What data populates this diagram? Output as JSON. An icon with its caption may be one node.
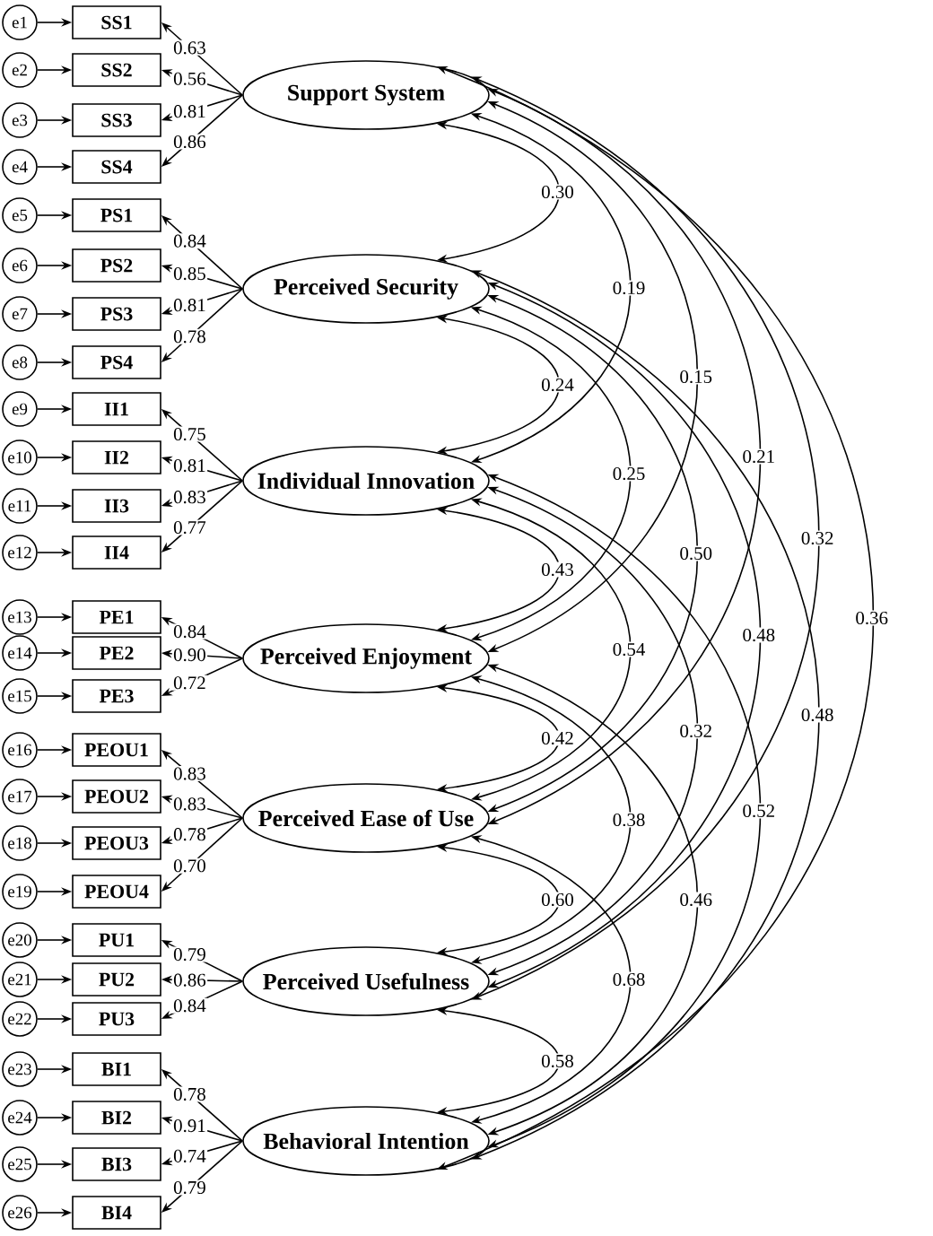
{
  "diagram": {
    "nodes": [
      {
        "text": [
          "e1"
        ]
      },
      {
        "text": [
          "SS1"
        ]
      },
      {
        "text": [
          "e2"
        ]
      },
      {
        "text": [
          "SS2"
        ]
      },
      {
        "text": [
          "e3"
        ]
      },
      {
        "text": [
          "SS3"
        ]
      },
      {
        "text": [
          "e4"
        ]
      },
      {
        "text": [
          "SS4"
        ]
      },
      {
        "text": [
          "Support System"
        ]
      },
      {
        "text": [
          "e5"
        ]
      },
      {
        "text": [
          "PS1"
        ]
      },
      {
        "text": [
          "e6"
        ]
      },
      {
        "text": [
          "PS2"
        ]
      },
      {
        "text": [
          "e7"
        ]
      },
      {
        "text": [
          "PS3"
        ]
      },
      {
        "text": [
          "e8"
        ]
      },
      {
        "text": [
          "PS4"
        ]
      },
      {
        "text": [
          "Perceived Security"
        ]
      },
      {
        "text": [
          "e9"
        ]
      },
      {
        "text": [
          "II1"
        ]
      },
      {
        "text": [
          "e10"
        ]
      },
      {
        "text": [
          "II2"
        ]
      },
      {
        "text": [
          "e11"
        ]
      },
      {
        "text": [
          "II3"
        ]
      },
      {
        "text": [
          "e12"
        ]
      },
      {
        "text": [
          "II4"
        ]
      },
      {
        "text": [
          "Individual Innovation"
        ]
      },
      {
        "text": [
          "e13"
        ]
      },
      {
        "text": [
          "PE1"
        ]
      },
      {
        "text": [
          "e14"
        ]
      },
      {
        "text": [
          "PE2"
        ]
      },
      {
        "text": [
          "e15"
        ]
      },
      {
        "text": [
          "PE3"
        ]
      },
      {
        "text": [
          "Perceived Enjoyment"
        ]
      },
      {
        "text": [
          "e16"
        ]
      },
      {
        "text": [
          "PEOU1"
        ]
      },
      {
        "text": [
          "e17"
        ]
      },
      {
        "text": [
          "PEOU2"
        ]
      },
      {
        "text": [
          "e18"
        ]
      },
      {
        "text": [
          "PEOU3"
        ]
      },
      {
        "text": [
          "e19"
        ]
      },
      {
        "text": [
          "PEOU4"
        ]
      },
      {
        "text": [
          "Perceived Ease of Use"
        ]
      },
      {
        "text": [
          "e20"
        ]
      },
      {
        "text": [
          "PU1"
        ]
      },
      {
        "text": [
          "e21"
        ]
      },
      {
        "text": [
          "PU2"
        ]
      },
      {
        "text": [
          "e22"
        ]
      },
      {
        "text": [
          "PU3"
        ]
      },
      {
        "text": [
          "Perceived Usefulness"
        ]
      },
      {
        "text": [
          "e23"
        ]
      },
      {
        "text": [
          "BI1"
        ]
      },
      {
        "text": [
          "e24"
        ]
      },
      {
        "text": [
          "BI2"
        ]
      },
      {
        "text": [
          "e25"
        ]
      },
      {
        "text": [
          "BI3"
        ]
      },
      {
        "text": [
          "e26"
        ]
      },
      {
        "text": [
          "BI4"
        ]
      },
      {
        "text": [
          "Behavioral Intention"
        ]
      }
    ],
    "edges": [
      {
        "from": 0,
        "to": 1,
        "arrow": "to"
      },
      {
        "from": 8,
        "to": 1,
        "arrow": "to",
        "label": "0.63"
      },
      {
        "from": 2,
        "to": 3,
        "arrow": "to"
      },
      {
        "from": 8,
        "to": 3,
        "arrow": "to",
        "label": "0.56"
      },
      {
        "from": 4,
        "to": 5,
        "arrow": "to"
      },
      {
        "from": 8,
        "to": 5,
        "arrow": "to",
        "label": "0.81"
      },
      {
        "from": 6,
        "to": 7,
        "arrow": "to"
      },
      {
        "from": 8,
        "to": 7,
        "arrow": "to",
        "label": "0.86"
      },
      {
        "from": 9,
        "to": 10,
        "arrow": "to"
      },
      {
        "from": 17,
        "to": 10,
        "arrow": "to",
        "label": "0.84"
      },
      {
        "from": 11,
        "to": 12,
        "arrow": "to"
      },
      {
        "from": 17,
        "to": 12,
        "arrow": "to",
        "label": "0.85"
      },
      {
        "from": 13,
        "to": 14,
        "arrow": "to"
      },
      {
        "from": 17,
        "to": 14,
        "arrow": "to",
        "label": "0.81"
      },
      {
        "from": 15,
        "to": 16,
        "arrow": "to"
      },
      {
        "from": 17,
        "to": 16,
        "arrow": "to",
        "label": "0.78"
      },
      {
        "from": 18,
        "to": 19,
        "arrow": "to"
      },
      {
        "from": 26,
        "to": 19,
        "arrow": "to",
        "label": "0.75"
      },
      {
        "from": 20,
        "to": 21,
        "arrow": "to"
      },
      {
        "from": 26,
        "to": 21,
        "arrow": "to",
        "label": "0.81"
      },
      {
        "from": 22,
        "to": 23,
        "arrow": "to"
      },
      {
        "from": 26,
        "to": 23,
        "arrow": "to",
        "label": "0.83"
      },
      {
        "from": 24,
        "to": 25,
        "arrow": "to"
      },
      {
        "from": 26,
        "to": 25,
        "arrow": "to",
        "label": "0.77"
      },
      {
        "from": 27,
        "to": 28,
        "arrow": "to"
      },
      {
        "from": 33,
        "to": 28,
        "arrow": "to",
        "label": "0.84"
      },
      {
        "from": 29,
        "to": 30,
        "arrow": "to"
      },
      {
        "from": 33,
        "to": 30,
        "arrow": "to",
        "label": "0.90"
      },
      {
        "from": 31,
        "to": 32,
        "arrow": "to"
      },
      {
        "from": 33,
        "to": 32,
        "arrow": "to",
        "label": "0.72"
      },
      {
        "from": 34,
        "to": 35,
        "arrow": "to"
      },
      {
        "from": 42,
        "to": 35,
        "arrow": "to",
        "label": "0.83"
      },
      {
        "from": 36,
        "to": 37,
        "arrow": "to"
      },
      {
        "from": 42,
        "to": 37,
        "arrow": "to",
        "label": "0.83"
      },
      {
        "from": 38,
        "to": 39,
        "arrow": "to"
      },
      {
        "from": 42,
        "to": 39,
        "arrow": "to",
        "label": "0.78"
      },
      {
        "from": 40,
        "to": 41,
        "arrow": "to"
      },
      {
        "from": 42,
        "to": 41,
        "arrow": "to",
        "label": "0.70"
      },
      {
        "from": 43,
        "to": 44,
        "arrow": "to"
      },
      {
        "from": 49,
        "to": 44,
        "arrow": "to",
        "label": "0.79"
      },
      {
        "from": 45,
        "to": 46,
        "arrow": "to"
      },
      {
        "from": 49,
        "to": 46,
        "arrow": "to",
        "label": "0.86"
      },
      {
        "from": 47,
        "to": 48,
        "arrow": "to"
      },
      {
        "from": 49,
        "to": 48,
        "arrow": "to",
        "label": "0.84"
      },
      {
        "from": 50,
        "to": 51,
        "arrow": "to"
      },
      {
        "from": 58,
        "to": 51,
        "arrow": "to",
        "label": "0.78"
      },
      {
        "from": 52,
        "to": 53,
        "arrow": "to"
      },
      {
        "from": 58,
        "to": 53,
        "arrow": "to",
        "label": "0.91"
      },
      {
        "from": 54,
        "to": 55,
        "arrow": "to"
      },
      {
        "from": 58,
        "to": 55,
        "arrow": "to",
        "label": "0.74"
      },
      {
        "from": 56,
        "to": 57,
        "arrow": "to"
      },
      {
        "from": 58,
        "to": 57,
        "arrow": "to",
        "label": "0.79"
      },
      {
        "from": 8,
        "to": 17,
        "arrow": "both",
        "label": "0.30"
      },
      {
        "from": 17,
        "to": 26,
        "arrow": "both",
        "label": "0.24"
      },
      {
        "from": 26,
        "to": 33,
        "arrow": "both",
        "label": "0.43"
      },
      {
        "from": 33,
        "to": 42,
        "arrow": "both",
        "label": "0.42"
      },
      {
        "from": 42,
        "to": 49,
        "arrow": "both",
        "label": "0.60"
      },
      {
        "from": 49,
        "to": 58,
        "arrow": "both",
        "label": "0.58"
      },
      {
        "from": 8,
        "to": 26,
        "arrow": "both",
        "label": "0.19"
      },
      {
        "from": 17,
        "to": 33,
        "arrow": "both",
        "label": "0.25"
      },
      {
        "from": 26,
        "to": 42,
        "arrow": "both",
        "label": "0.54"
      },
      {
        "from": 33,
        "to": 49,
        "arrow": "both",
        "label": "0.38"
      },
      {
        "from": 42,
        "to": 58,
        "arrow": "both",
        "label": "0.68"
      },
      {
        "from": 8,
        "to": 33,
        "arrow": "both",
        "label": "0.15"
      },
      {
        "from": 17,
        "to": 42,
        "arrow": "both",
        "label": "0.50"
      },
      {
        "from": 26,
        "to": 49,
        "arrow": "both",
        "label": "0.32"
      },
      {
        "from": 33,
        "to": 58,
        "arrow": "both",
        "label": "0.46"
      },
      {
        "from": 8,
        "to": 42,
        "arrow": "both",
        "label": "0.21"
      },
      {
        "from": 17,
        "to": 49,
        "arrow": "both",
        "label": "0.48"
      },
      {
        "from": 26,
        "to": 58,
        "arrow": "both",
        "label": "0.52"
      },
      {
        "from": 8,
        "to": 49,
        "arrow": "both",
        "label": "0.32"
      },
      {
        "from": 17,
        "to": 58,
        "arrow": "both",
        "label": "0.48"
      },
      {
        "from": 8,
        "to": 58,
        "arrow": "both",
        "label": "0.36"
      }
    ]
  }
}
